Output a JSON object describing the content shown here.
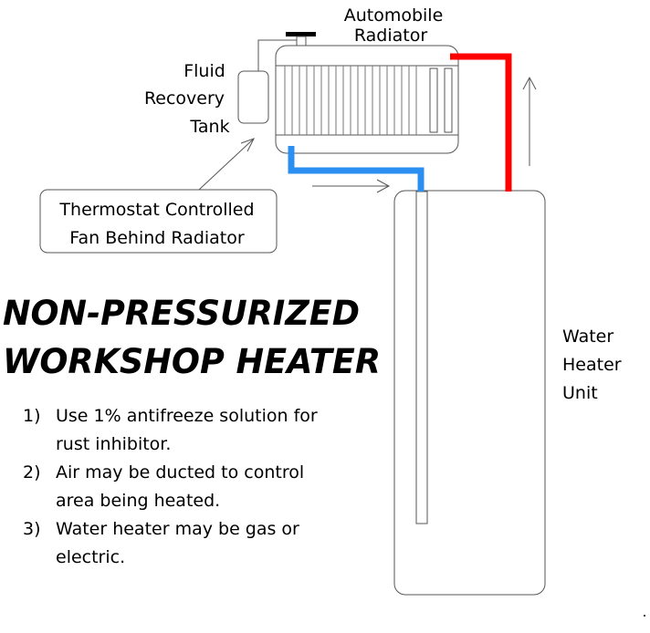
{
  "labels": {
    "radiator": [
      "Automobile",
      "Radiator"
    ],
    "fluid_tank": [
      "Fluid",
      "Recovery",
      "Tank"
    ],
    "thermostat": [
      "Thermostat Controlled",
      "Fan Behind Radiator"
    ],
    "water_heater": [
      "Water",
      "Heater",
      "Unit"
    ]
  },
  "title": [
    "NON-PRESSURIZED",
    "WORKSHOP HEATER"
  ],
  "notes": [
    {
      "num": "1)",
      "lines": [
        "Use 1% antifreeze solution for",
        "rust inhibitor."
      ]
    },
    {
      "num": "2)",
      "lines": [
        "Air may be ducted to control",
        "area being heated."
      ]
    },
    {
      "num": "3)",
      "lines": [
        "Water heater may be gas or",
        "electric."
      ]
    }
  ],
  "colors": {
    "hot_line": "#ff0000",
    "cold_line": "#2a8ff0",
    "outline": "#555555"
  }
}
